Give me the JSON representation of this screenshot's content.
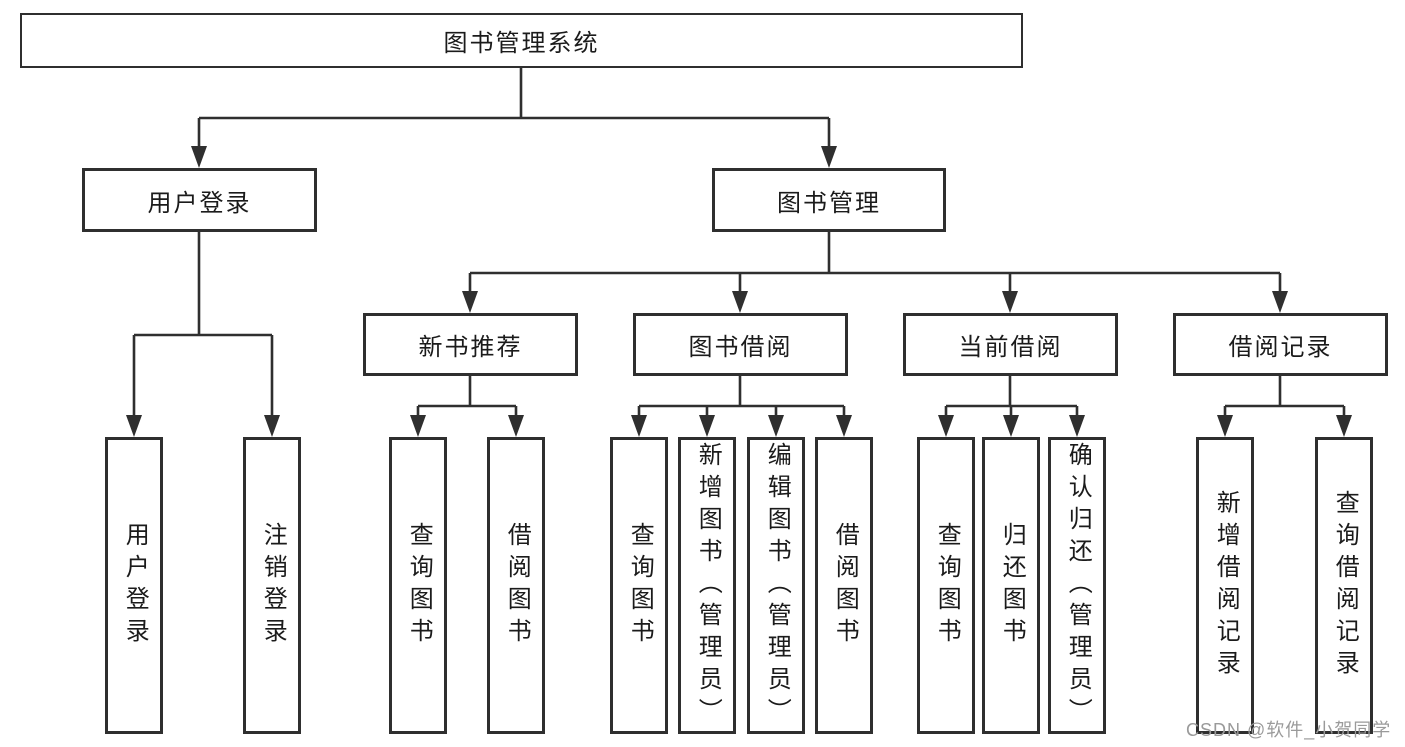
{
  "tree": {
    "root": {
      "label": "图书管理系统"
    },
    "branches": [
      {
        "label": "用户登录",
        "children": [
          {
            "label": "用户登录"
          },
          {
            "label": "注销登录"
          }
        ]
      },
      {
        "label": "图书管理",
        "sections": [
          {
            "label": "新书推荐",
            "children": [
              {
                "label": "查询图书"
              },
              {
                "label": "借阅图书"
              }
            ]
          },
          {
            "label": "图书借阅",
            "children": [
              {
                "label": "查询图书"
              },
              {
                "label": "新增图书（管理员）"
              },
              {
                "label": "编辑图书（管理员）"
              },
              {
                "label": "借阅图书"
              }
            ]
          },
          {
            "label": "当前借阅",
            "children": [
              {
                "label": "查询图书"
              },
              {
                "label": "归还图书"
              },
              {
                "label": "确认归还（管理员）"
              }
            ]
          },
          {
            "label": "借阅记录",
            "children": [
              {
                "label": "新增借阅记录"
              },
              {
                "label": "查询借阅记录"
              }
            ]
          }
        ]
      }
    ]
  },
  "watermark": {
    "text": "CSDN @软件_小贺同学"
  },
  "colors": {
    "line": "#2f2f2f",
    "box_border": "#2f2f2f",
    "text": "#1b1b1b",
    "watermark": "#9a9a9a",
    "background": "#ffffff"
  }
}
